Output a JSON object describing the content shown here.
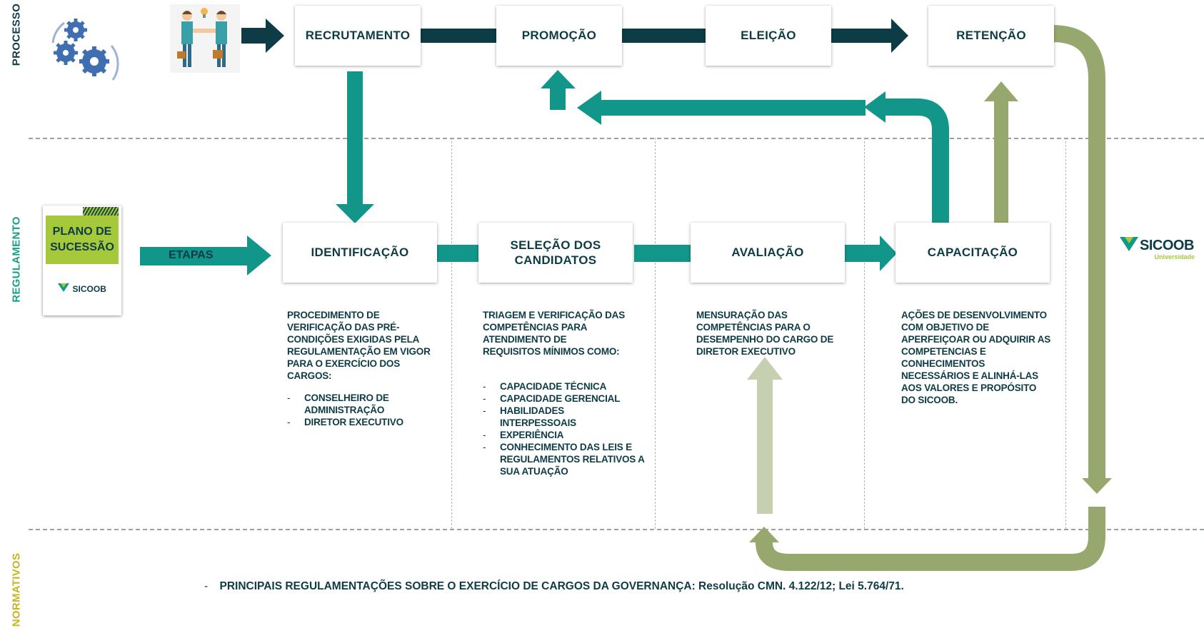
{
  "side_labels": {
    "processo": "PROCESSO",
    "regulamento": "REGULAMENTO",
    "normativos": "NORMATIVOS"
  },
  "colors": {
    "dark_teal": "#0d3c46",
    "teal": "#13968a",
    "olive": "#96a86e",
    "light_olive": "#c6d0b0",
    "lime": "#a6c93c",
    "gear_blue": "#3f6fb0",
    "label_green": "#17a085",
    "label_yellow": "#c8b41e"
  },
  "process": {
    "recrutamento": "RECRUTAMENTO",
    "promocao": "PROMOÇÃO",
    "eleicao": "ELEIÇÃO",
    "retencao": "RETENÇÃO"
  },
  "plan_book": {
    "title_line1": "PLANO DE",
    "title_line2": "SUCESSÃO",
    "brand": "SICOOB"
  },
  "etapas_label": "ETAPAS",
  "stages": {
    "identificacao": "IDENTIFICAÇÃO",
    "selecao_line1": "SELEÇÃO DOS",
    "selecao_line2": "CANDIDATOS",
    "avaliacao": "AVALIAÇÃO",
    "capacitacao": "CAPACITAÇÃO"
  },
  "descriptions": {
    "identificacao": {
      "text": "PROCEDIMENTO  DE VERIFICAÇÃO  DAS PRÉ-CONDIÇÕES EXIGIDAS PELA REGULAMENTAÇÃO EM VIGOR PARA O EXERCÍCIO DOS CARGOS:",
      "items": [
        "CONSELHEIRO DE ADMINISTRAÇÃO",
        "DIRETOR EXECUTIVO"
      ]
    },
    "selecao": {
      "text": "TRIAGEM E VERIFICAÇÃO DAS COMPETÊNCIAS PARA ATENDIMENTO DE REQUISITOS MÍNIMOS COMO:",
      "items": [
        "CAPACIDADE TÉCNICA",
        "CAPACIDADE GERENCIAL",
        "HABILIDADES INTERPESSOAIS",
        "EXPERIÊNCIA",
        "CONHECIMENTO DAS LEIS E REGULAMENTOS RELATIVOS A SUA ATUAÇÃO"
      ]
    },
    "avaliacao": {
      "text": "MENSURAÇÃO DAS COMPETÊNCIAS PARA O DESEMPENHO DO CARGO DE DIRETOR EXECUTIVO"
    },
    "capacitacao": {
      "text": "AÇÕES DE DESENVOLVIMENTO COM OBJETIVO DE APERFEIÇOAR OU ADQUIRIR  AS COMPETENCIAS E CONHECIMENTOS NECESSÁRIOS E ALINHÁ-LAS AOS VALORES E PROPÓSITO DO SICOOB."
    }
  },
  "logo": {
    "brand": "SICOOB",
    "sub": "Universidade"
  },
  "normativos": {
    "bullet": "-",
    "text": "PRINCIPAIS REGULAMENTAÇÕES SOBRE O EXERCÍCIO DE CARGOS DA GOVERNANÇA: Resolução CMN. 4.122/12; Lei 5.764/71."
  }
}
